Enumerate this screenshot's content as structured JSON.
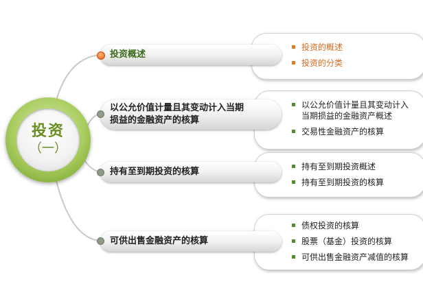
{
  "hub": {
    "title": "投资",
    "subtitle": "（一）"
  },
  "topics": [
    {
      "label": "投资概述",
      "items": [
        "投资的概述",
        "投资的分类"
      ]
    },
    {
      "label_line1": "以公允价值计量且其变动计入当期",
      "label_line2": "损益的金融资产的核算",
      "items": [
        "以公允价值计量且其变动计入当期损益的金融资产概述",
        "交易性金融资产的核算"
      ]
    },
    {
      "label": "持有至到期投资的核算",
      "items": [
        "持有至到期投资概述",
        "持有至到期投资的核算"
      ]
    },
    {
      "label": "可供出售金融资产的核算",
      "items": [
        "债权投资的核算",
        "股票（基金）投资的核算",
        "可供出售金融资产减值的核算"
      ]
    }
  ],
  "colors": {
    "hub_green": "#8ab848",
    "active_dot": "#e2661a",
    "active_text": "#d86a1e",
    "bullet": "#4a8f2a"
  }
}
